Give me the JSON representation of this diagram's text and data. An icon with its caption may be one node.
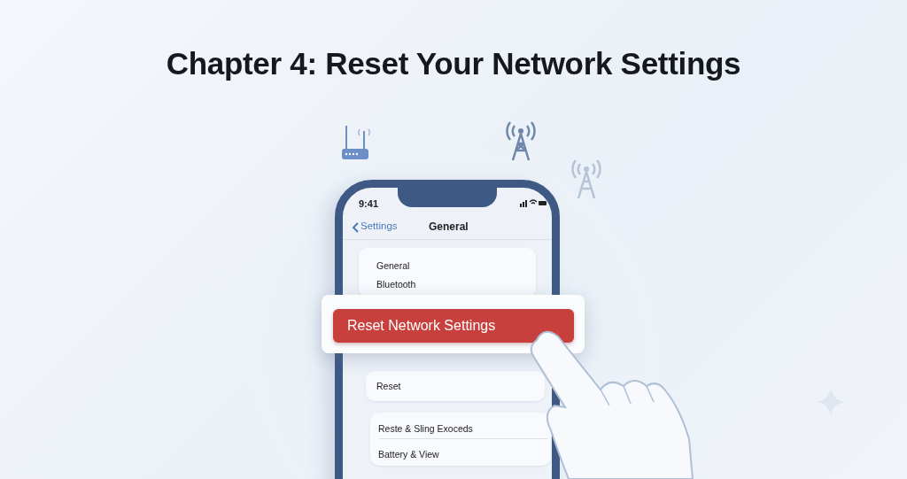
{
  "diagram": {
    "title": "Chapter 4: Reset Your Network Settings",
    "labels": [
      "9:41",
      "Settings",
      "General",
      "General",
      "Bluetooth",
      "Reset Network Settings",
      "Reset",
      "Reste & Sling Exoceds",
      "Battery & View"
    ]
  }
}
